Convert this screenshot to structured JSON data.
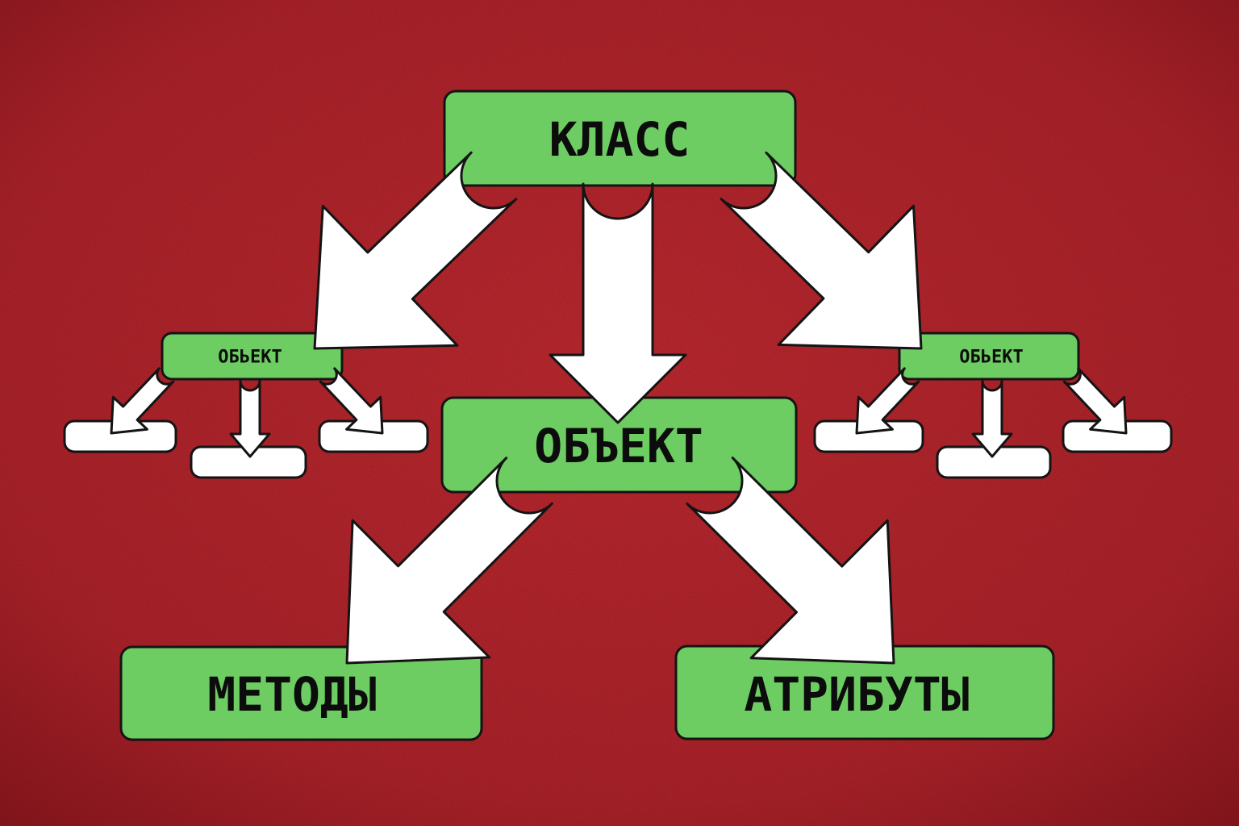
{
  "colors": {
    "background": "#b8242c",
    "node_fill": "#6dcd63",
    "leaf_fill": "#ffffff",
    "outline": "#141414"
  },
  "nodes": {
    "class": "КЛАСС",
    "object_main": "ОБЪЕКТ",
    "object_left": "ОБЬЕКТ",
    "object_right": "ОБЬЕКТ",
    "methods": "МЕТОДЫ",
    "attributes": "АТРИБУТЫ"
  }
}
